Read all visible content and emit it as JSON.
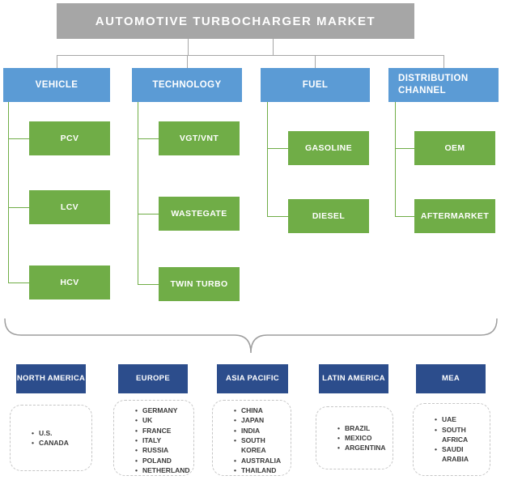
{
  "title": "AUTOMOTIVE TURBOCHARGER MARKET",
  "segmentation": {
    "columns": [
      {
        "header": "VEHICLE",
        "items": [
          "PCV",
          "LCV",
          "HCV"
        ]
      },
      {
        "header": "TECHNOLOGY",
        "items": [
          "VGT/VNT",
          "WASTEGATE",
          "TWIN TURBO"
        ]
      },
      {
        "header": "FUEL",
        "items": [
          "GASOLINE",
          "DIESEL"
        ]
      },
      {
        "header": "DISTRIBUTION CHANNEL",
        "items": [
          "OEM",
          "AFTERMARKET"
        ]
      }
    ]
  },
  "regions": [
    {
      "header": "NORTH AMERICA",
      "countries": [
        "U.S.",
        "CANADA"
      ]
    },
    {
      "header": "EUROPE",
      "countries": [
        "GERMANY",
        "UK",
        "FRANCE",
        "ITALY",
        "RUSSIA",
        "POLAND",
        "NETHERLAND"
      ]
    },
    {
      "header": "ASIA PACIFIC",
      "countries": [
        "CHINA",
        "JAPAN",
        "INDIA",
        "SOUTH KOREA",
        "AUSTRALIA",
        "THAILAND"
      ]
    },
    {
      "header": "LATIN AMERICA",
      "countries": [
        "BRAZIL",
        "MEXICO",
        "ARGENTINA"
      ]
    },
    {
      "header": "MEA",
      "countries": [
        "UAE",
        "SOUTH AFRICA",
        "SAUDI ARABIA"
      ]
    }
  ],
  "colors": {
    "title_bg": "#a6a6a6",
    "category_bg": "#5b9bd5",
    "segment_bg": "#70ad47",
    "region_bg": "#2c4d8c",
    "connector_gray": "#a6a6a6",
    "connector_green": "#70ad47",
    "dashed_border": "#c6c6c6",
    "text_on_fill": "#ffffff",
    "list_text": "#3b3b3b"
  }
}
